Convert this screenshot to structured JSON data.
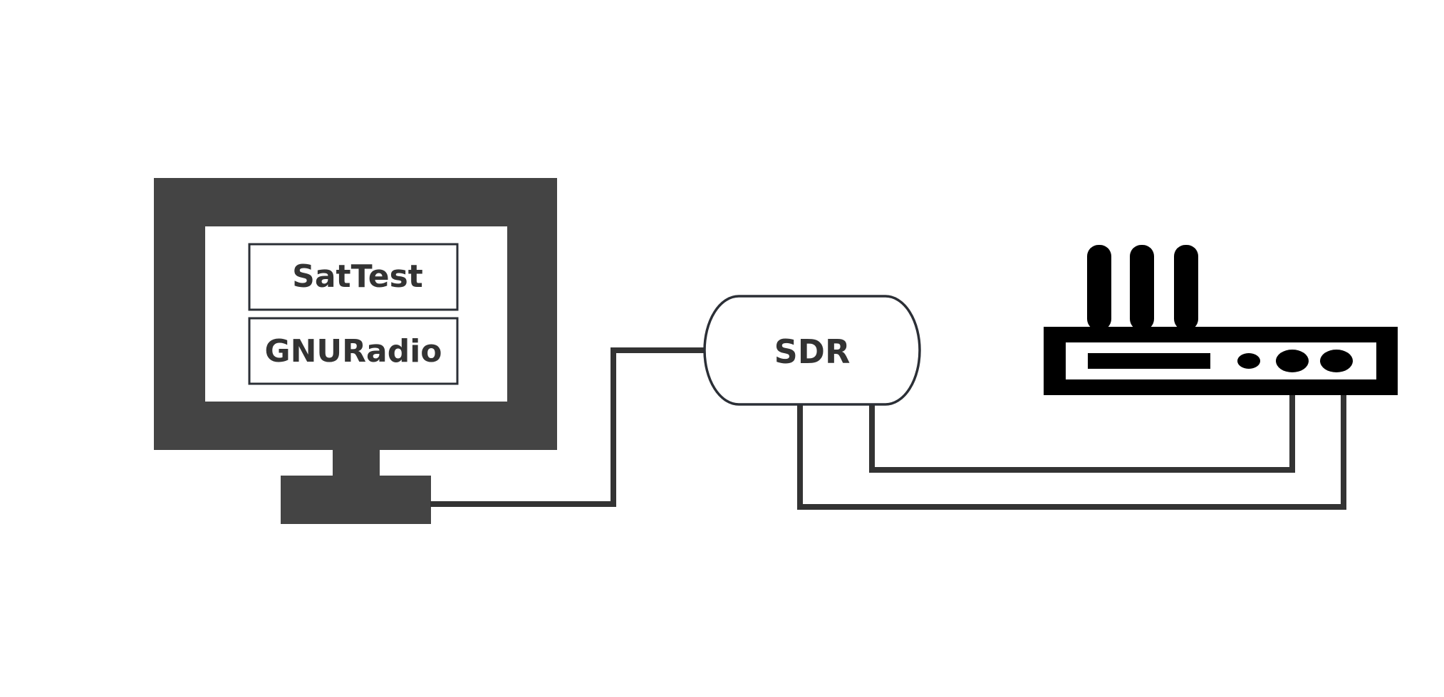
{
  "diagram": {
    "computer": {
      "icon": "monitor-icon",
      "apps": [
        {
          "label": "SatTest"
        },
        {
          "label": "GNURadio"
        }
      ]
    },
    "sdr": {
      "label": "SDR"
    },
    "router": {
      "icon": "router-icon"
    },
    "colors": {
      "monitor": "#444444",
      "router": "#000000",
      "line": "#333333",
      "box_border": "#2b2f36",
      "text": "#333333",
      "background": "#ffffff"
    }
  }
}
